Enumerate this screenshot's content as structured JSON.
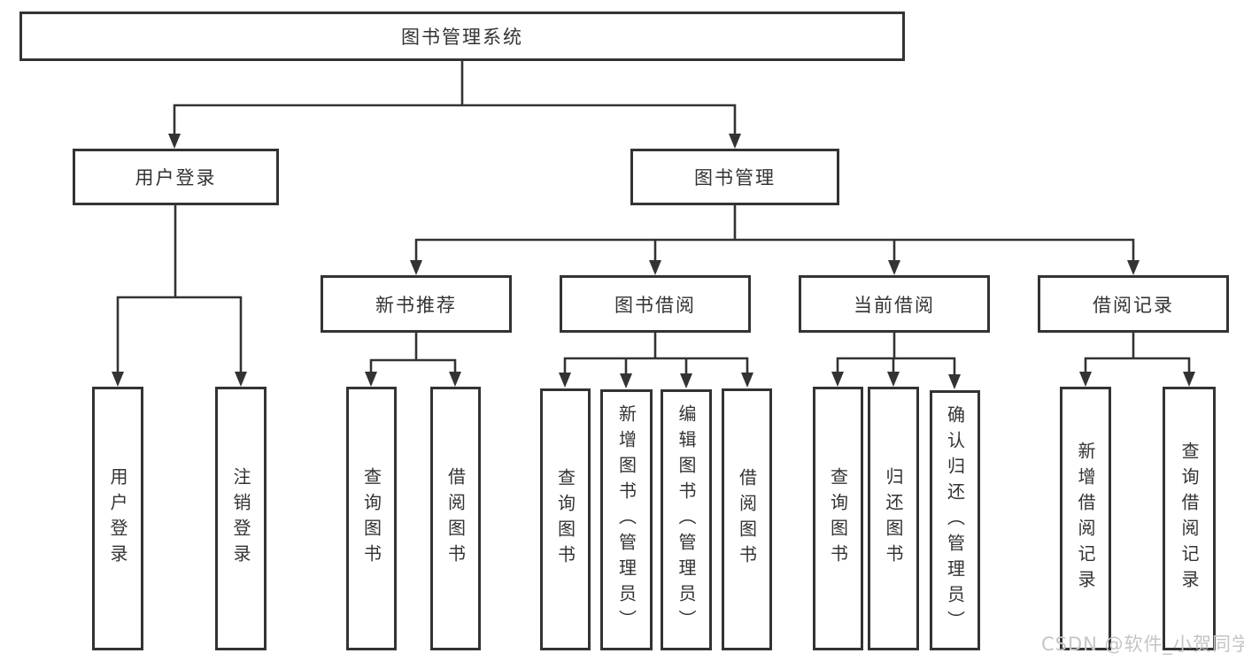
{
  "diagram_title": "图书管理系统",
  "nodes": {
    "root": "图书管理系统",
    "user_login": "用户登录",
    "book_management": "图书管理",
    "new_book_recommend": "新书推荐",
    "book_borrowing": "图书借阅",
    "current_borrowing": "当前借阅",
    "borrowing_records": "借阅记录",
    "leaf_user_login": "用户登录",
    "leaf_logout": "注销登录",
    "leaf_nb_query_books": "查询图书",
    "leaf_nb_borrow_books": "借阅图书",
    "leaf_bb_query_books": "查询图书",
    "leaf_bb_add_books": "新增图书（管理员）",
    "leaf_bb_edit_books": "编辑图书（管理员）",
    "leaf_bb_borrow_books": "借阅图书",
    "leaf_cb_query_books": "查询图书",
    "leaf_cb_return_books": "归还图书",
    "leaf_cb_confirm_return": "确认归还（管理员）",
    "leaf_br_add_record": "新增借阅记录",
    "leaf_br_query_record": "查询借阅记录"
  },
  "watermark": "CSDN @软件_小贺同学",
  "colors": {
    "line": "#333333",
    "text": "#333333",
    "watermark": "#c5c5c5",
    "background": "#ffffff"
  }
}
